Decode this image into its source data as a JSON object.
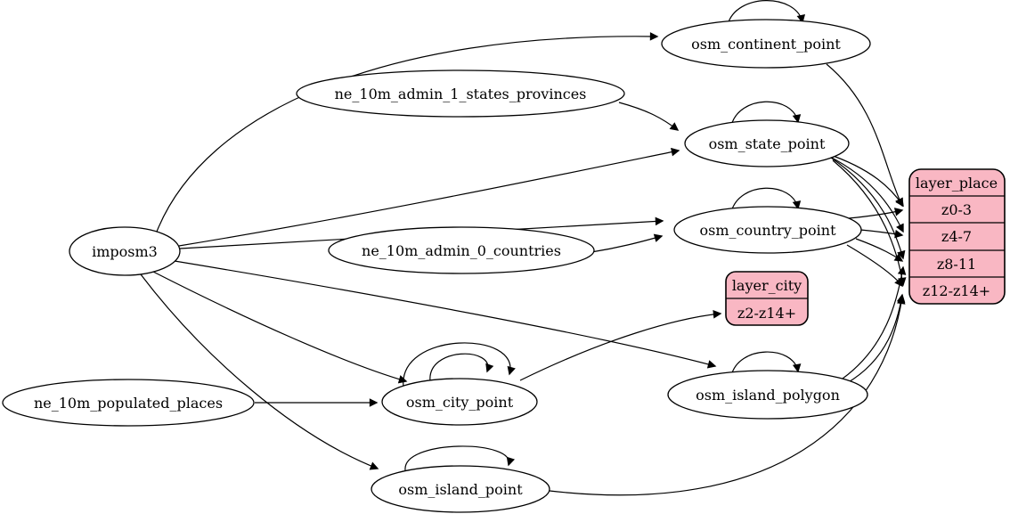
{
  "colors": {
    "background": "#ffffff",
    "ellipse_fill": "#ffffff",
    "record_fill": "#f9b7c3",
    "stroke": "#000000"
  },
  "nodes": {
    "imposm3": "imposm3",
    "ne_10m_admin_1_states_provinces": "ne_10m_admin_1_states_provinces",
    "ne_10m_admin_0_countries": "ne_10m_admin_0_countries",
    "ne_10m_populated_places": "ne_10m_populated_places",
    "osm_continent_point": "osm_continent_point",
    "osm_state_point": "osm_state_point",
    "osm_country_point": "osm_country_point",
    "osm_city_point": "osm_city_point",
    "osm_island_polygon": "osm_island_polygon",
    "osm_island_point": "osm_island_point"
  },
  "records": {
    "layer_city": {
      "title": "layer_city",
      "rows": [
        "z2-z14+"
      ]
    },
    "layer_place": {
      "title": "layer_place",
      "rows": [
        "z0-3",
        "z4-7",
        "z8-11",
        "z12-z14+"
      ]
    }
  },
  "edges": [
    {
      "from": "imposm3",
      "to": "osm_continent_point"
    },
    {
      "from": "imposm3",
      "to": "osm_state_point"
    },
    {
      "from": "imposm3",
      "to": "osm_country_point"
    },
    {
      "from": "imposm3",
      "to": "osm_city_point"
    },
    {
      "from": "imposm3",
      "to": "osm_island_polygon"
    },
    {
      "from": "imposm3",
      "to": "osm_island_point"
    },
    {
      "from": "ne_10m_admin_1_states_provinces",
      "to": "osm_state_point"
    },
    {
      "from": "ne_10m_admin_0_countries",
      "to": "osm_country_point"
    },
    {
      "from": "ne_10m_populated_places",
      "to": "osm_city_point"
    },
    {
      "from": "osm_continent_point",
      "to": "osm_continent_point"
    },
    {
      "from": "osm_state_point",
      "to": "osm_state_point"
    },
    {
      "from": "osm_country_point",
      "to": "osm_country_point"
    },
    {
      "from": "osm_city_point",
      "to": "osm_city_point"
    },
    {
      "from": "osm_city_point",
      "to": "osm_city_point"
    },
    {
      "from": "osm_island_polygon",
      "to": "osm_island_polygon"
    },
    {
      "from": "osm_island_point",
      "to": "osm_island_point"
    },
    {
      "from": "osm_continent_point",
      "to": "layer_place:z0-3"
    },
    {
      "from": "osm_state_point",
      "to": "layer_place:z0-3"
    },
    {
      "from": "osm_state_point",
      "to": "layer_place:z4-7"
    },
    {
      "from": "osm_state_point",
      "to": "layer_place:z8-11"
    },
    {
      "from": "osm_state_point",
      "to": "layer_place:z12-z14+"
    },
    {
      "from": "osm_country_point",
      "to": "layer_place:z0-3"
    },
    {
      "from": "osm_country_point",
      "to": "layer_place:z4-7"
    },
    {
      "from": "osm_country_point",
      "to": "layer_place:z8-11"
    },
    {
      "from": "osm_country_point",
      "to": "layer_place:z12-z14+"
    },
    {
      "from": "osm_island_polygon",
      "to": "layer_place:z8-11"
    },
    {
      "from": "osm_island_polygon",
      "to": "layer_place:z12-z14+"
    },
    {
      "from": "osm_island_point",
      "to": "layer_place:z12-z14+"
    },
    {
      "from": "osm_city_point",
      "to": "layer_city:z2-z14+"
    }
  ]
}
